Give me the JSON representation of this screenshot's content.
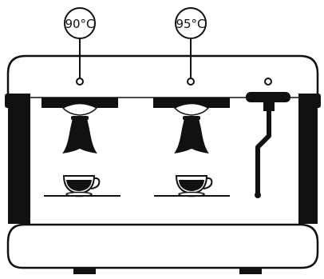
{
  "colors": {
    "ink": "#111111",
    "background": "#ffffff"
  },
  "icons": [
    "thermometer-gauge",
    "group-head-portafilter",
    "espresso-cup",
    "steam-wand"
  ],
  "groups": [
    {
      "temperature_label": "90°C"
    },
    {
      "temperature_label": "95°C"
    }
  ]
}
